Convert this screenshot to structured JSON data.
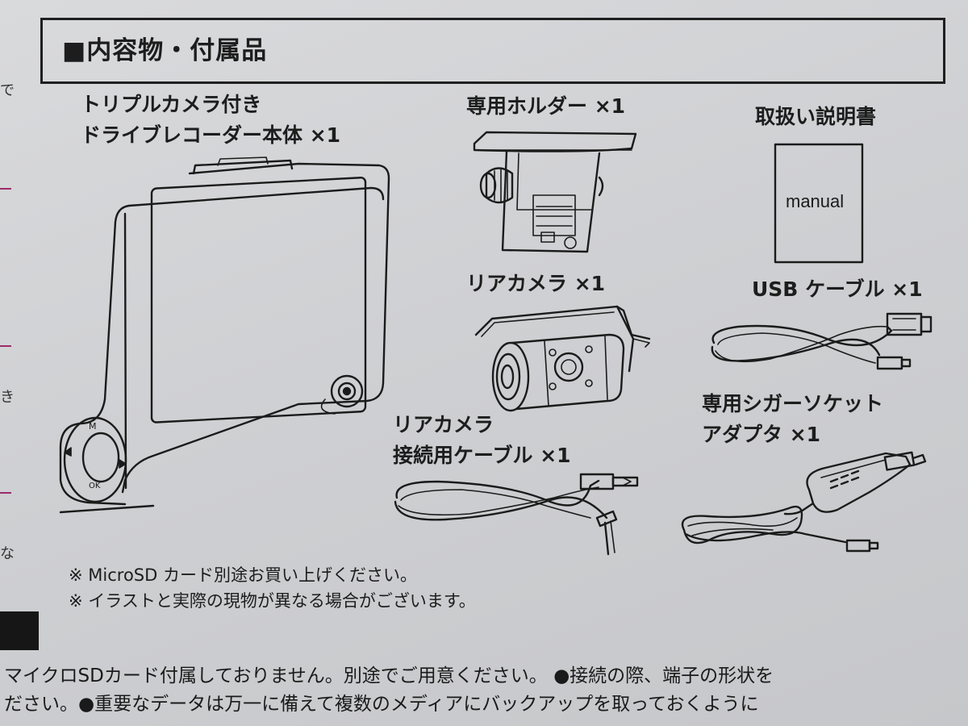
{
  "header": {
    "title": "■内容物・付属品"
  },
  "items": {
    "main_unit": {
      "line1": "トリプルカメラ付き",
      "line2": "ドライブレコーダー本体 ×1"
    },
    "holder": {
      "label": "専用ホルダー ×1"
    },
    "manual_book": {
      "label": "取扱い説明書",
      "cover_text": "manual"
    },
    "rear_camera": {
      "label": "リアカメラ ×1"
    },
    "usb_cable": {
      "label": "USB ケーブル ×1"
    },
    "rear_cable": {
      "line1": "リアカメラ",
      "line2": "接続用ケーブル ×1"
    },
    "cigar_adapter": {
      "line1": "専用シガーソケット",
      "line2": "アダプタ ×1"
    }
  },
  "notes": [
    "※ MicroSD カード別途お買い上げください。",
    "※ イラストと実際の現物が異なる場合がございます。"
  ],
  "bottom_text": [
    "マイクロSDカード付属しておりません。別途でご用意ください。 ●接続の際、端子の形状を",
    "ださい。●重要なデータは万一に備えて複数のメディアにバックアップを取っておくように"
  ],
  "left_edge_chars": [
    "で",
    "き",
    "な"
  ]
}
